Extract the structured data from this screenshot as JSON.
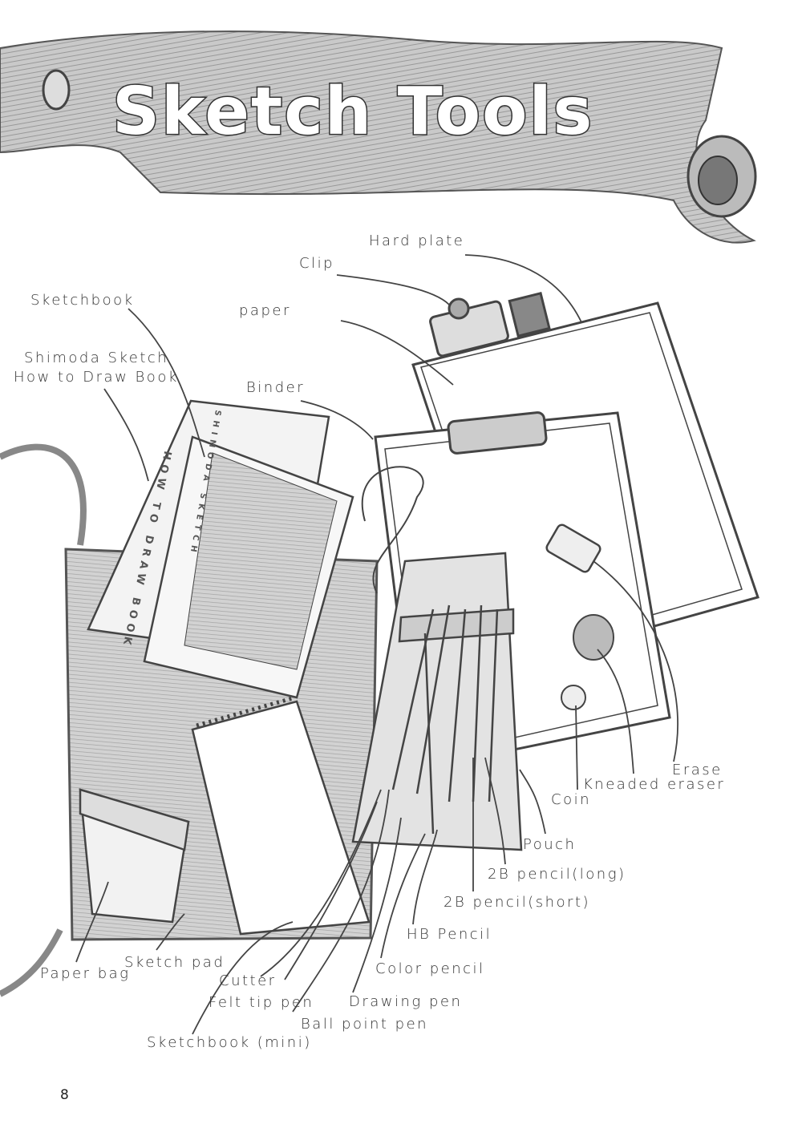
{
  "title": "Sketch Tools",
  "page_number": "8",
  "book_spine": "HOW TO DRAW BOOK",
  "book_spine_sub": "SHIMODA SKETCH",
  "labels": {
    "hard_plate": "Hard plate",
    "clip": "Clip",
    "sketchbook": "Sketchbook",
    "paper": "paper",
    "shimoda_line1": "Shimoda Sketch",
    "shimoda_line2": "How to Draw Book",
    "binder": "Binder",
    "erase": "Erase",
    "kneaded_eraser": "Kneaded eraser",
    "coin": "Coin",
    "pouch": "Pouch",
    "pencil_2b_long": "2B pencil(long)",
    "pencil_2b_short": "2B pencil(short)",
    "hb_pencil": "HB Pencil",
    "color_pencil": "Color pencil",
    "drawing_pen": "Drawing pen",
    "ball_point_pen": "Ball point pen",
    "paper_bag": "Paper bag",
    "sketch_pad": "Sketch pad",
    "cutter": "Cutter",
    "felt_tip_pen": "Felt tip pen",
    "sketchbook_mini": "Sketchbook (mini)"
  }
}
